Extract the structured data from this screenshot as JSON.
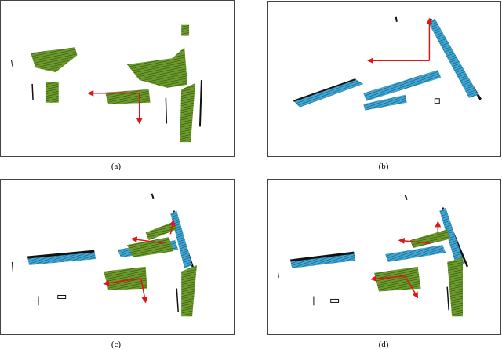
{
  "panels": [
    {
      "id": "a",
      "caption": "(a)"
    },
    {
      "id": "b",
      "caption": "(b)"
    },
    {
      "id": "c",
      "caption": "(c)"
    },
    {
      "id": "d",
      "caption": "(d)"
    }
  ],
  "colors": {
    "green_scan": "#6a9a2a",
    "blue_scan": "#3ea6d4",
    "black_scan": "#111111",
    "axis_arrow": "#e01515",
    "frame": "#444444"
  }
}
